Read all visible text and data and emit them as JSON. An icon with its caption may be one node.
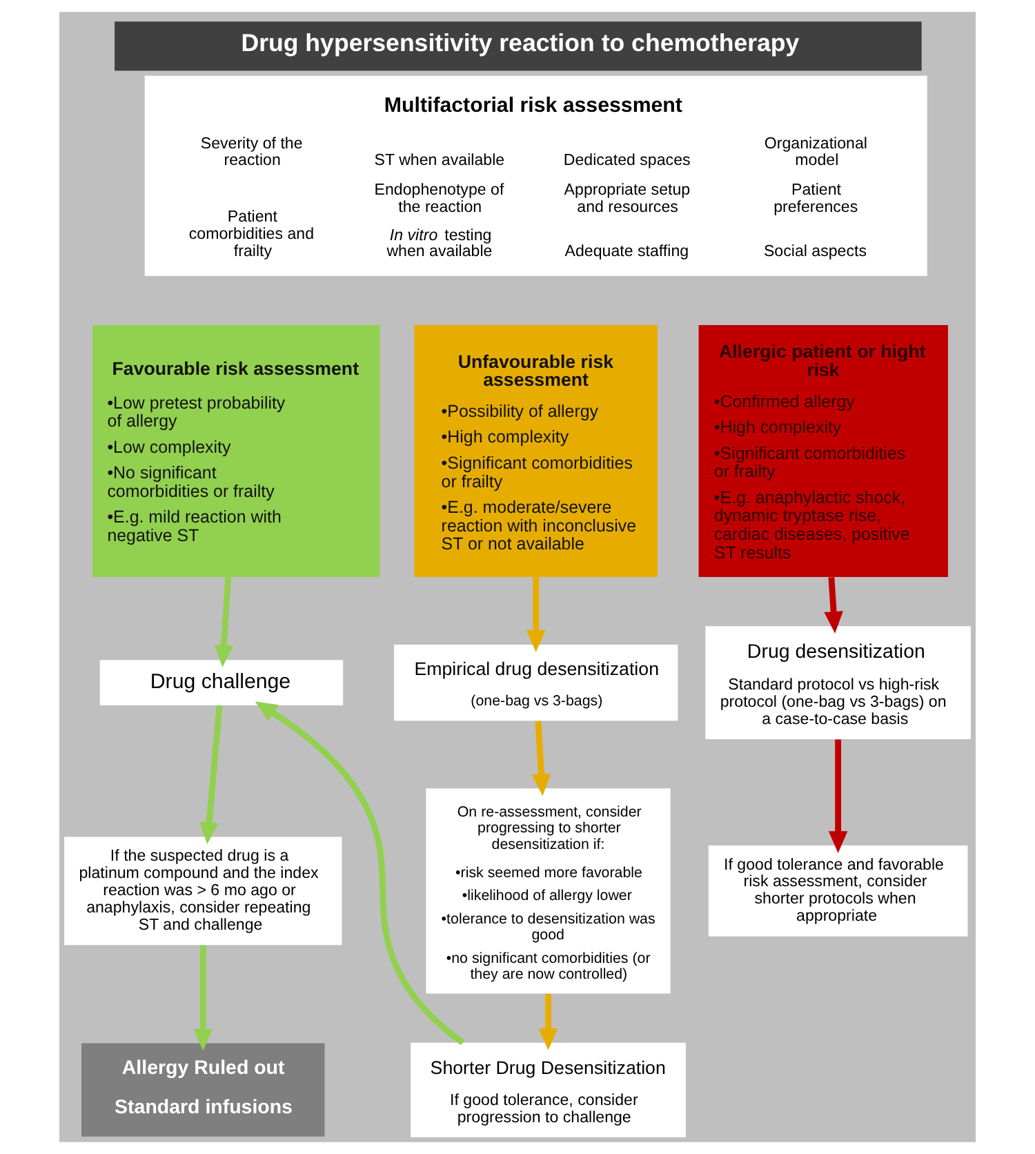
{
  "diagram": {
    "title": "Drug hypersensitivity reaction to chemotherapy",
    "nodes": [
      {
        "text": [
          "Multifactorial risk assessment",
          "Severity of the reaction",
          "Patient comorbidities and frailty",
          "ST when available",
          "Endophenotype of the reaction",
          "*In vitro* testing when available",
          "Dedicated spaces",
          "Appropriate setup and resources",
          "Adequate staffing",
          "Organizational model",
          "Patient preferences",
          "Social aspects"
        ]
      },
      {
        "text": [
          "Favourable risk assessment",
          "•Low pretest probability of allergy",
          "•Low complexity",
          "•No significant comorbidities or frailty",
          "•E.g. mild reaction with negative ST"
        ]
      },
      {
        "text": [
          "Unfavourable risk assessment",
          "•Possibility of allergy",
          "•High complexity",
          "•Significant comorbidities or frailty",
          "•E.g. moderate/severe reaction with inconclusive ST or not available"
        ]
      },
      {
        "text": [
          "Allergic patient or hight risk",
          "•Confirmed allergy",
          "•High complexity",
          "•Significant comorbidities or frailty",
          "•E.g. anaphylactic shock, dynamic tryptase rise, cardiac diseases, positive ST results"
        ]
      },
      {
        "text": [
          "Drug challenge"
        ]
      },
      {
        "text": [
          "Empirical drug desensitization",
          "(one-bag vs 3-bags)"
        ]
      },
      {
        "text": [
          "Drug desensitization",
          "Standard protocol vs high-risk protocol (one-bag vs 3-bags) on a case-to-case basis"
        ]
      },
      {
        "text": [
          "If the suspected drug is a platinum compound and the index reaction was > 6 mo ago or anaphylaxis, consider repeating ST and challenge"
        ]
      },
      {
        "text": [
          "On re-assessment, consider progressing to shorter desensitization if:",
          "•risk seemed more favorable",
          "•likelihood of allergy lower",
          "•tolerance to desensitization was good",
          "•no significant comorbidities (or they are now controlled)"
        ]
      },
      {
        "text": [
          "If good tolerance and favorable risk assessment, consider shorter protocols when appropriate"
        ]
      },
      {
        "text": [
          "Allergy Ruled out",
          "Standard infusions"
        ]
      },
      {
        "text": [
          "Shorter Drug Desensitization",
          "If good tolerance, consider progression to challenge"
        ]
      }
    ],
    "edges": [
      {
        "from": 1,
        "to": 4,
        "arrow": "to",
        "color": "#92d050"
      },
      {
        "from": 4,
        "to": 7,
        "arrow": "to",
        "color": "#92d050"
      },
      {
        "from": 7,
        "to": 10,
        "arrow": "to",
        "color": "#92d050"
      },
      {
        "from": 2,
        "to": 5,
        "arrow": "to",
        "color": "#e6ad00"
      },
      {
        "from": 5,
        "to": 8,
        "arrow": "to",
        "color": "#e6ad00"
      },
      {
        "from": 8,
        "to": 11,
        "arrow": "to",
        "color": "#e6ad00"
      },
      {
        "from": 3,
        "to": 6,
        "arrow": "to",
        "color": "#c00000"
      },
      {
        "from": 6,
        "to": 9,
        "arrow": "to",
        "color": "#c00000"
      },
      {
        "from": 11,
        "to": 4,
        "arrow": "to",
        "color": "#92d050"
      }
    ]
  }
}
